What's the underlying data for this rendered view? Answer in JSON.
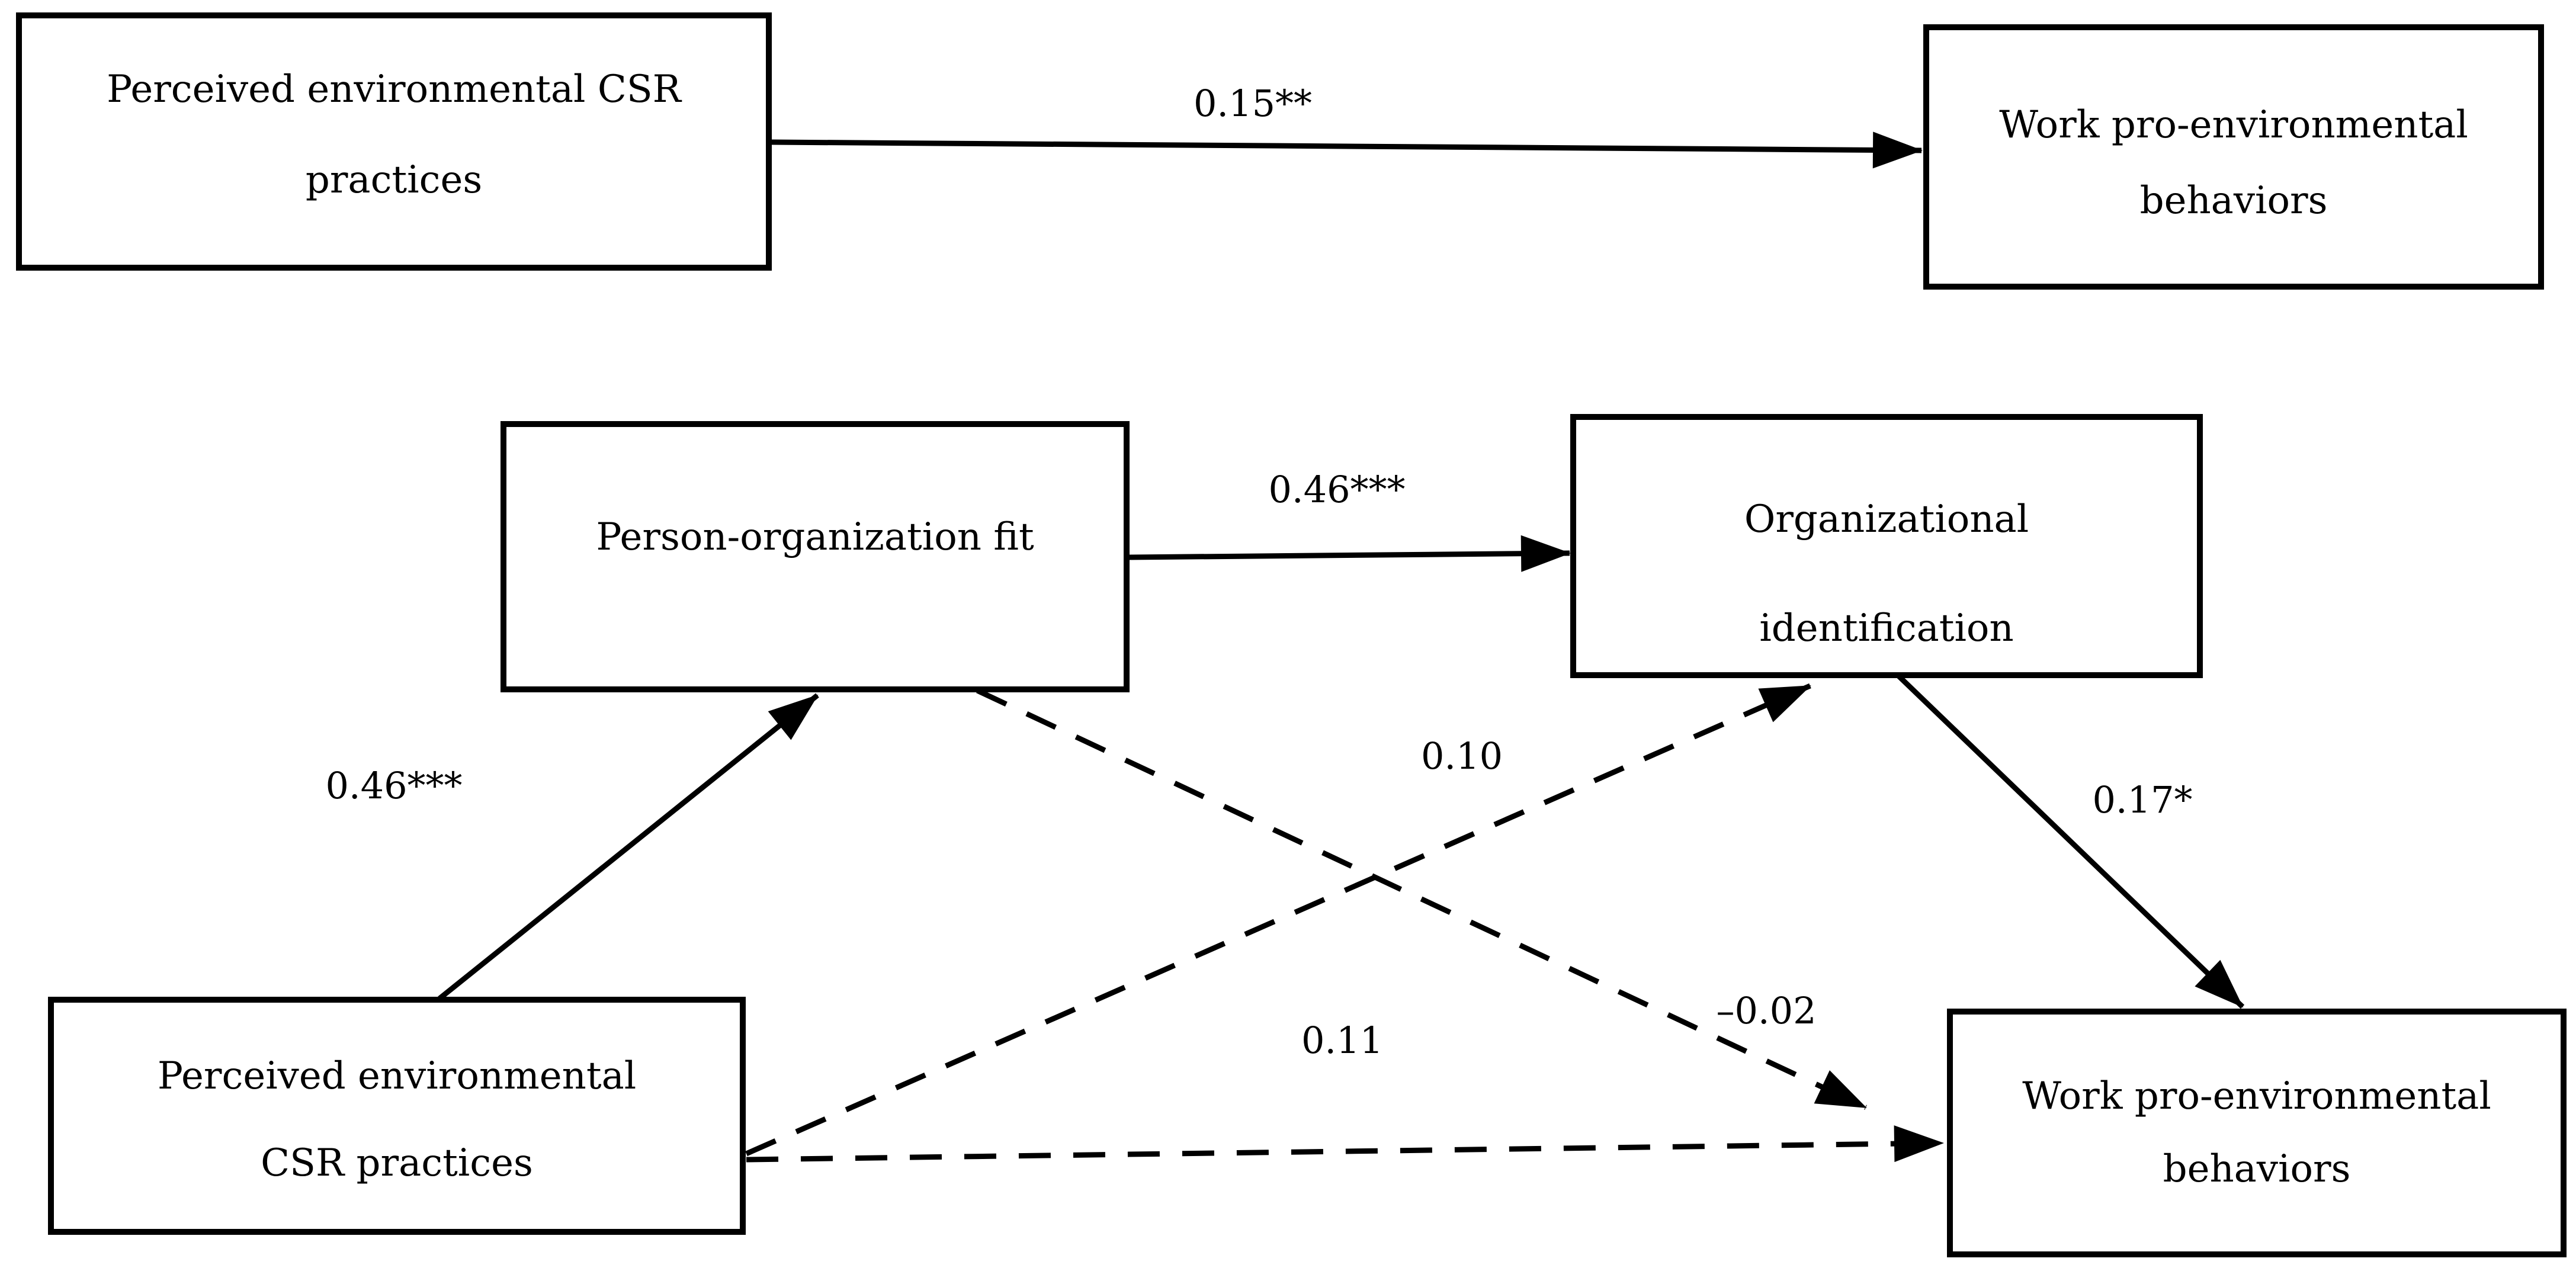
{
  "figure": {
    "type": "path-diagram",
    "background_color": "#ffffff",
    "line_color": "#000000",
    "text_color": "#000000"
  },
  "direct_model": {
    "predictor": {
      "line1": "Perceived environmental CSR",
      "line2": "practices"
    },
    "outcome": {
      "line1": "Work pro-environmental",
      "line2": "behaviors"
    },
    "paths": {
      "csr_to_wpb": "0.15**"
    }
  },
  "mediation_model": {
    "predictor": {
      "line1": "Perceived environmental",
      "line2": "CSR practices"
    },
    "mediator_pof": {
      "line1": "Person-organization fit"
    },
    "mediator_oi": {
      "line1": "Organizational",
      "line2": "identification"
    },
    "outcome": {
      "line1": "Work pro-environmental",
      "line2": "behaviors"
    },
    "paths": {
      "csr_to_pof": "0.46***",
      "pof_to_oi": "0.46***",
      "oi_to_wpb": "0.17*",
      "csr_to_oi": "0.10",
      "pof_to_wpb": "–0.02",
      "csr_to_wpb": "0.11"
    }
  }
}
